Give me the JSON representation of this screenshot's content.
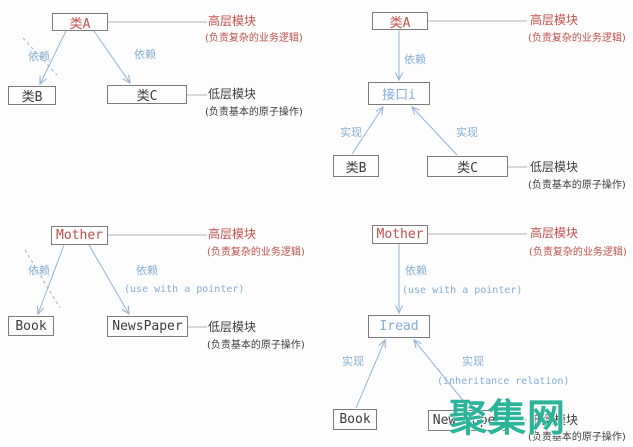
{
  "colors": {
    "red_text": "#c0504d",
    "blue_text": "#84aed6",
    "arrow_blue": "#95b3d7",
    "connector_gray": "#b3b3b3",
    "box_border": "#7c7c7c",
    "dark_text": "#3c3c3c",
    "watermark_teal": "#2bb49a"
  },
  "q1": {
    "top": "类A",
    "left": "类B",
    "right": "类C",
    "dep_left": "依赖",
    "dep_right": "依赖",
    "high": "高层模块",
    "high_sub": "(负责复杂的业务逻辑)",
    "low": "低层模块",
    "low_sub": "(负责基本的原子操作)"
  },
  "q2": {
    "top": "类A",
    "mid": "接口i",
    "left": "类B",
    "right": "类C",
    "dep": "依赖",
    "impl_left": "实现",
    "impl_right": "实现",
    "high": "高层模块",
    "high_sub": "(负责复杂的业务逻辑)",
    "low": "低层模块",
    "low_sub": "(负责基本的原子操作)"
  },
  "q3": {
    "top": "Mother",
    "left": "Book",
    "right": "NewsPaper",
    "dep_left": "依赖",
    "dep_right": "依赖",
    "dep_right_sub": "(use with a pointer)",
    "high": "高层模块",
    "high_sub": "(负责复杂的业务逻辑)",
    "low": "低层模块",
    "low_sub": "(负责基本的原子操作)"
  },
  "q4": {
    "top": "Mother",
    "mid": "Iread",
    "left": "Book",
    "right": "NewsPaper",
    "dep": "依赖",
    "dep_sub": "(use with a pointer)",
    "impl_left": "实现",
    "impl_right": "实现",
    "impl_right_sub": "(inheritance relation)",
    "high": "高层模块",
    "high_sub": "(负责复杂的业务逻辑)",
    "low": "低层模块",
    "low_sub": "(负责基本的原子操作)"
  },
  "watermark": {
    "text": "聚集网"
  }
}
